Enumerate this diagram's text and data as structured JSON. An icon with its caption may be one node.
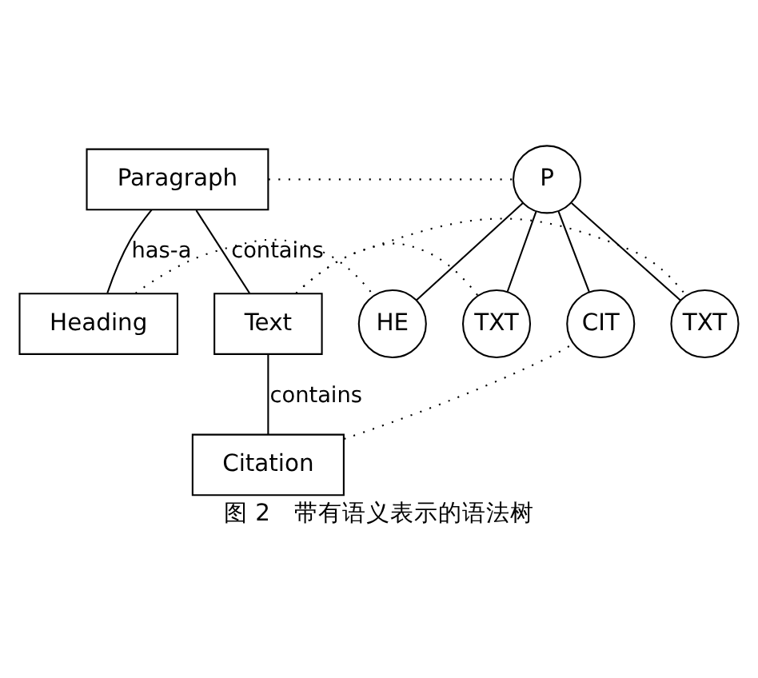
{
  "diagram": {
    "caption": "图 2　带有语义表示的语法树",
    "nodes": [
      {
        "text": [
          "Paragraph"
        ]
      },
      {
        "text": [
          "Heading"
        ]
      },
      {
        "text": [
          "Text"
        ]
      },
      {
        "text": [
          "Citation"
        ]
      },
      {
        "text": [
          "P"
        ]
      },
      {
        "text": [
          "HE"
        ]
      },
      {
        "text": [
          "TXT"
        ]
      },
      {
        "text": [
          "CIT"
        ]
      },
      {
        "text": [
          "TXT"
        ]
      }
    ],
    "edges": [
      {
        "from": 0,
        "to": 1,
        "arrow": "none",
        "label": "has-a"
      },
      {
        "from": 0,
        "to": 2,
        "arrow": "none",
        "label": "contains"
      },
      {
        "from": 2,
        "to": 3,
        "arrow": "none",
        "label": "contains"
      },
      {
        "from": 0,
        "to": 4,
        "arrow": "none",
        "style": "dashed"
      },
      {
        "from": 1,
        "to": 5,
        "arrow": "none",
        "style": "dashed"
      },
      {
        "from": 2,
        "to": 6,
        "arrow": "none",
        "style": "dashed"
      },
      {
        "from": 2,
        "to": 8,
        "arrow": "none",
        "style": "dashed"
      },
      {
        "from": 3,
        "to": 7,
        "arrow": "none",
        "style": "dashed"
      },
      {
        "from": 4,
        "to": 5,
        "arrow": "none"
      },
      {
        "from": 4,
        "to": 6,
        "arrow": "none"
      },
      {
        "from": 4,
        "to": 7,
        "arrow": "none"
      },
      {
        "from": 4,
        "to": 8,
        "arrow": "none"
      }
    ]
  }
}
